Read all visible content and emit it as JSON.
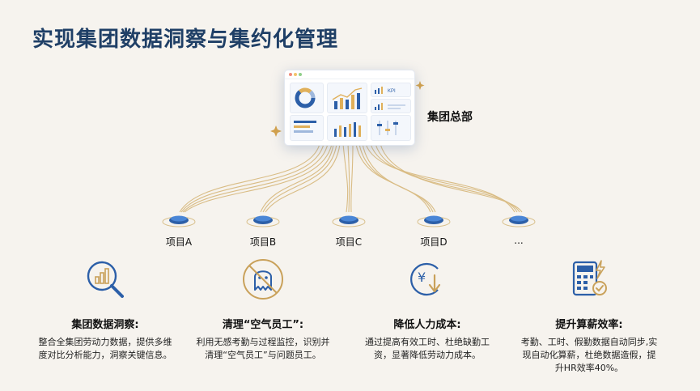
{
  "title": "实现集团数据洞察与集约化管理",
  "hq": {
    "label": "集团总部",
    "kpi_text": "KPI"
  },
  "projects": [
    {
      "label": "项目A"
    },
    {
      "label": "项目B"
    },
    {
      "label": "项目C"
    },
    {
      "label": "项目D"
    },
    {
      "label": "..."
    }
  ],
  "features": [
    {
      "icon": "magnifier-chart-icon",
      "title": "集团数据洞察:",
      "desc": "整合全集团劳动力数据，提供多维度对比分析能力，洞察关键信息。"
    },
    {
      "icon": "ghost-icon",
      "title": "清理“空气员工”:",
      "desc": "利用无感考勤与过程监控，识别并清理“空气员工”与问题员工。"
    },
    {
      "icon": "cost-down-icon",
      "title": "降低人力成本:",
      "desc": "通过提高有效工时、杜绝缺勤工资，显著降低劳动力成本。"
    },
    {
      "icon": "calculator-icon",
      "title": "提升算薪效率:",
      "desc": "考勤、工时、假勤数据自动同步,实现自动化算薪，杜绝数据造假，提升HR效率40%。"
    }
  ],
  "colors": {
    "title": "#1f3f66",
    "blue": "#2c5fa8",
    "gold": "#c9a15a",
    "background": "#f6f3ee"
  }
}
